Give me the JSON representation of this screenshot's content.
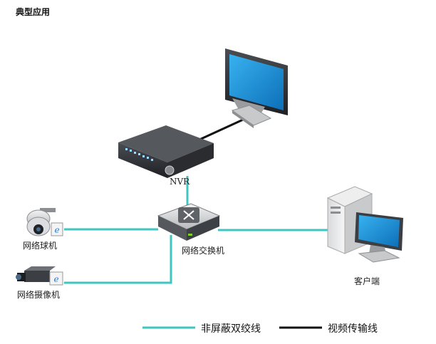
{
  "diagram": {
    "title": "典型应用",
    "nodes": {
      "nvr": "NVR",
      "switch": "网络交换机",
      "dome_camera": "网络球机",
      "box_camera": "网络摄像机",
      "client": "客户端"
    },
    "legend": {
      "utp": "非屏蔽双绞线",
      "video": "视频传输线"
    },
    "colors": {
      "utp_line": "#3ec6c0",
      "video_line": "#111111",
      "screen": "#1e8fd6"
    }
  }
}
